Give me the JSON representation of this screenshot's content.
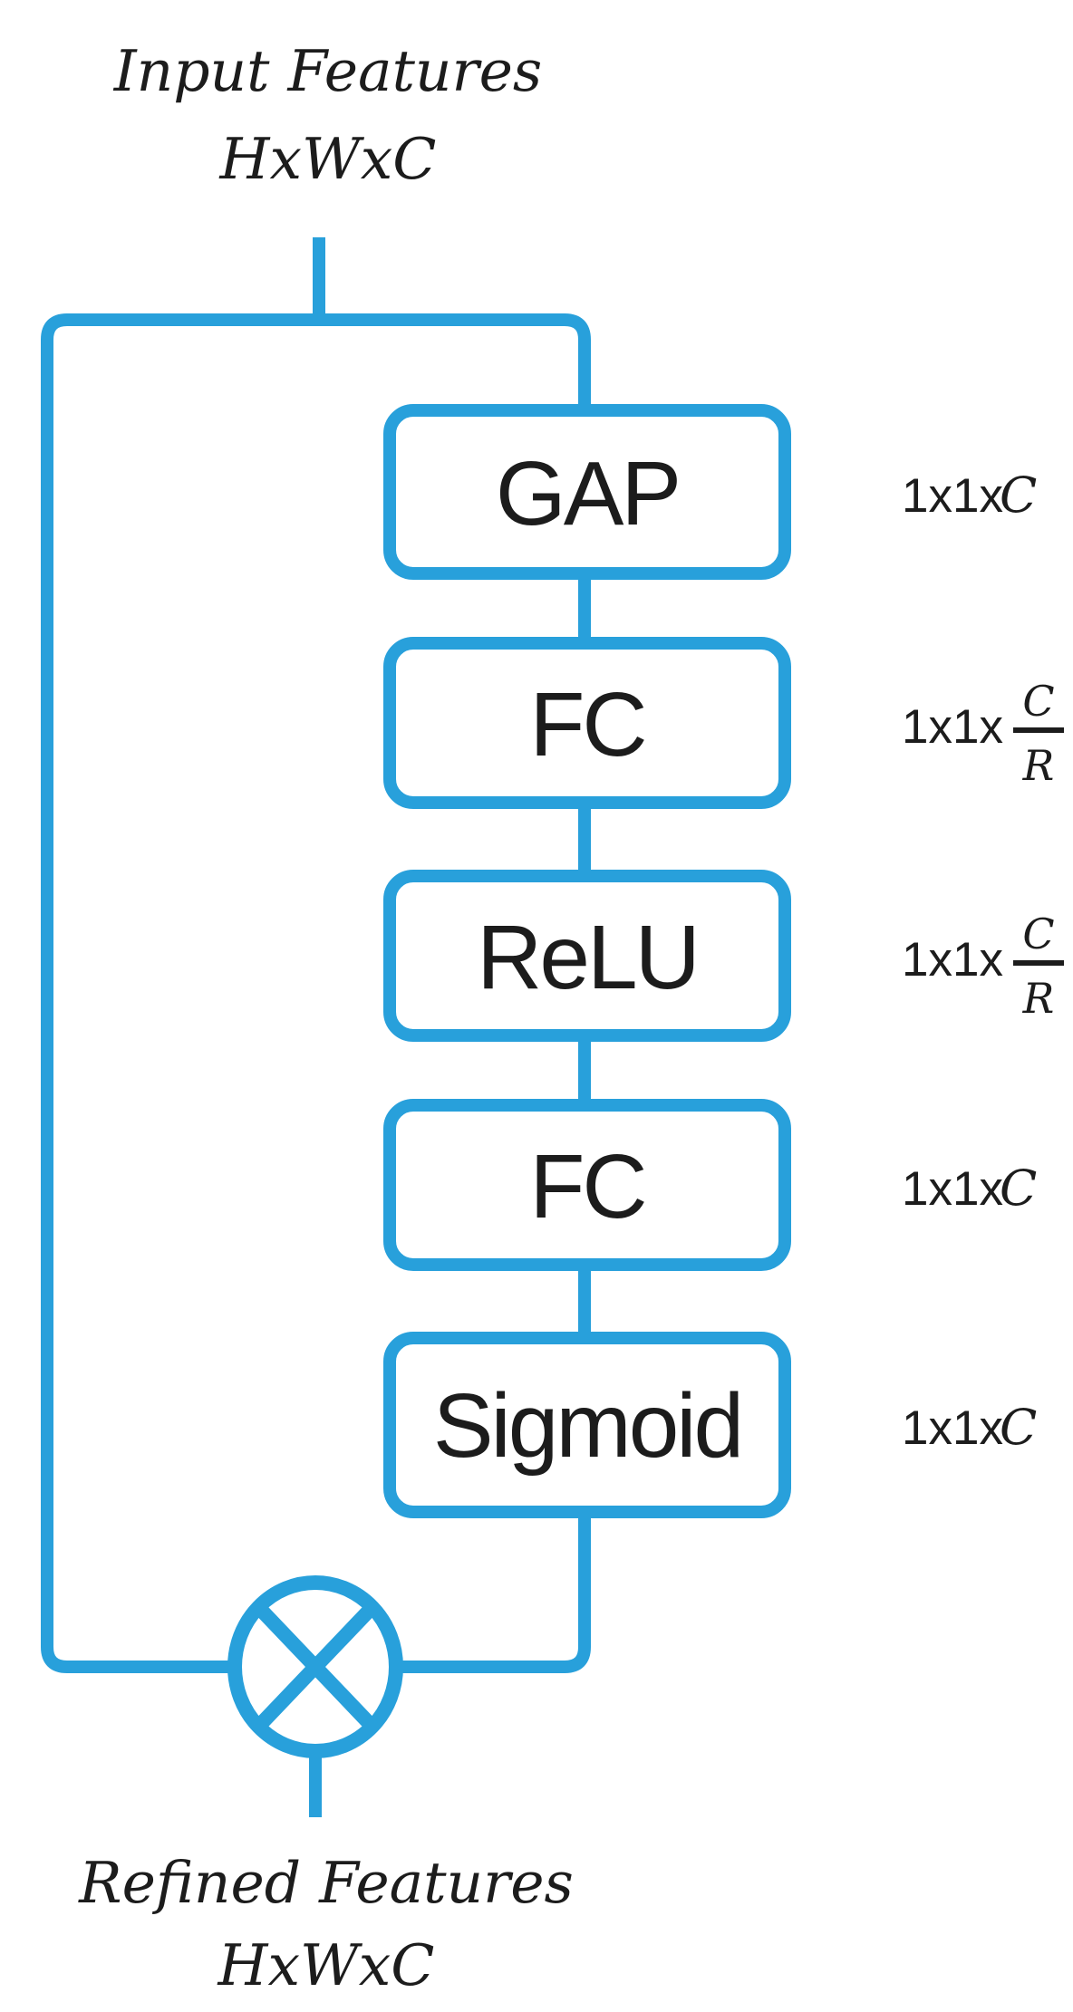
{
  "figure": {
    "kind": "channel-attention-block-diagram",
    "accent_color": "#28a0db",
    "text_color": "#1c1c1c",
    "input_label": {
      "line1": "Input Features",
      "line2": "HxWxC"
    },
    "output_label": {
      "line1": "Refined Features",
      "line2": "HxWxC"
    },
    "blocks": [
      {
        "label": "GAP"
      },
      {
        "label": "FC"
      },
      {
        "label": "ReLU"
      },
      {
        "label": "FC"
      },
      {
        "label": "Sigmoid"
      }
    ],
    "dims": [
      {
        "prefix": "1x1x",
        "value": "C"
      },
      {
        "prefix": "1x1x",
        "numerator": "C",
        "denominator": "R"
      },
      {
        "prefix": "1x1x",
        "numerator": "C",
        "denominator": "R"
      },
      {
        "prefix": "1x1x",
        "value": "C"
      },
      {
        "prefix": "1x1x",
        "value": "C"
      }
    ],
    "operator_icon": "circled-times-multiply"
  }
}
